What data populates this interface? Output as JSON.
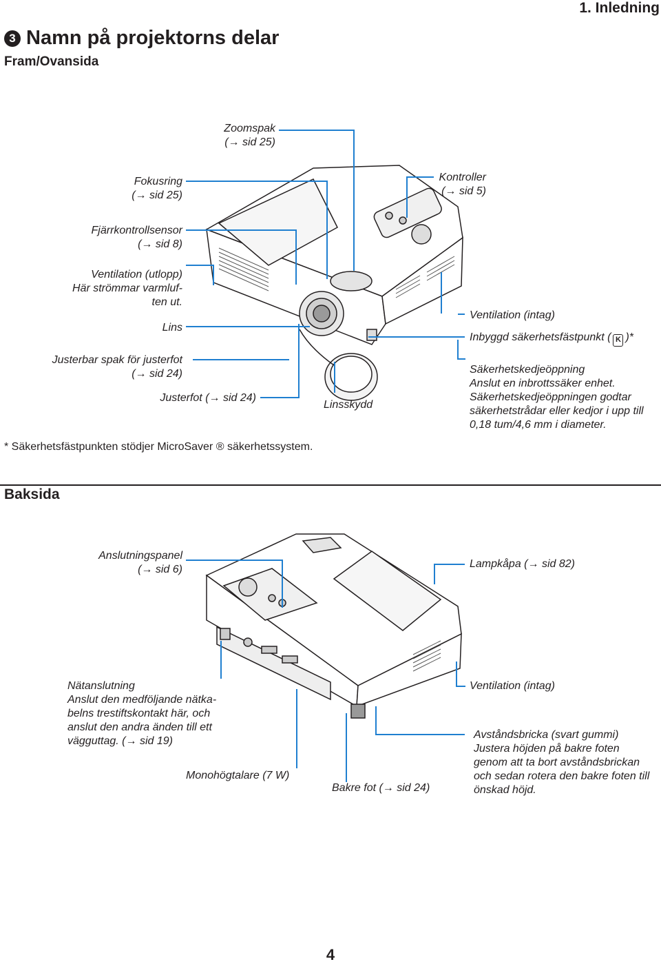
{
  "header": {
    "chapter": "1. Inledning"
  },
  "title": {
    "number": "3",
    "text": "Namn på projektorns delar"
  },
  "front": {
    "heading": "Fram/Ovansida",
    "labels": {
      "zoomspak": "Zoomspak",
      "zoomspak_ref": "(→ sid 25)",
      "fokusring": "Fokusring",
      "fokusring_ref": "(→ sid 25)",
      "kontroller": "Kontroller",
      "kontroller_ref": "(→ sid 5)",
      "fjarr": "Fjärrkontrollsensor",
      "fjarr_ref": "(→ sid 8)",
      "vent_ut_1": "Ventilation (utlopp)",
      "vent_ut_2": "Här strömmar varmluf-",
      "vent_ut_3": "ten ut.",
      "lins": "Lins",
      "vent_in": "Ventilation (intag)",
      "sakerhetsfast": "Inbyggd säkerhetsfästpunkt (",
      "sakerhetsfast_end": ")*",
      "justerspak": "Justerbar spak för justerfot",
      "justerspak_ref": "(→ sid 24)",
      "justerfot": "Justerfot (→ sid 24)",
      "linsskydd": "Linsskydd",
      "kedja_1": "Säkerhetskedjeöppning",
      "kedja_2": "Anslut en inbrottssäker enhet.",
      "kedja_3": "Säkerhetskedjeöppningen godtar",
      "kedja_4": "säkerhetstrådar eller kedjor i upp till",
      "kedja_5": "0,18 tum/4,6 mm i diameter."
    },
    "note": "*  Säkerhetsfästpunkten stödjer MicroSaver ® säkerhetssystem."
  },
  "back": {
    "heading": "Baksida",
    "labels": {
      "anslutning": "Anslutningspanel",
      "anslutning_ref": "(→ sid 6)",
      "lampkapa": "Lampkåpa (→ sid 82)",
      "natan_1": "Nätanslutning",
      "natan_2": "Anslut den medföljande nätka-",
      "natan_3": "belns trestiftskontakt här, och",
      "natan_4": "anslut den andra änden till ett",
      "natan_5": "vägguttag. (→ sid 19)",
      "vent_in": "Ventilation (intag)",
      "avstand_1": "Avståndsbricka (svart gummi)",
      "avstand_2": "Justera höjden på bakre foten",
      "avstand_3": "genom att ta bort avståndsbrickan",
      "avstand_4": "och sedan rotera den bakre foten till",
      "avstand_5": "önskad höjd.",
      "hogtalare": "Monohögtalare (7 W)",
      "bakrefot": "Bakre fot (→ sid 24)"
    }
  },
  "page_number": "4"
}
